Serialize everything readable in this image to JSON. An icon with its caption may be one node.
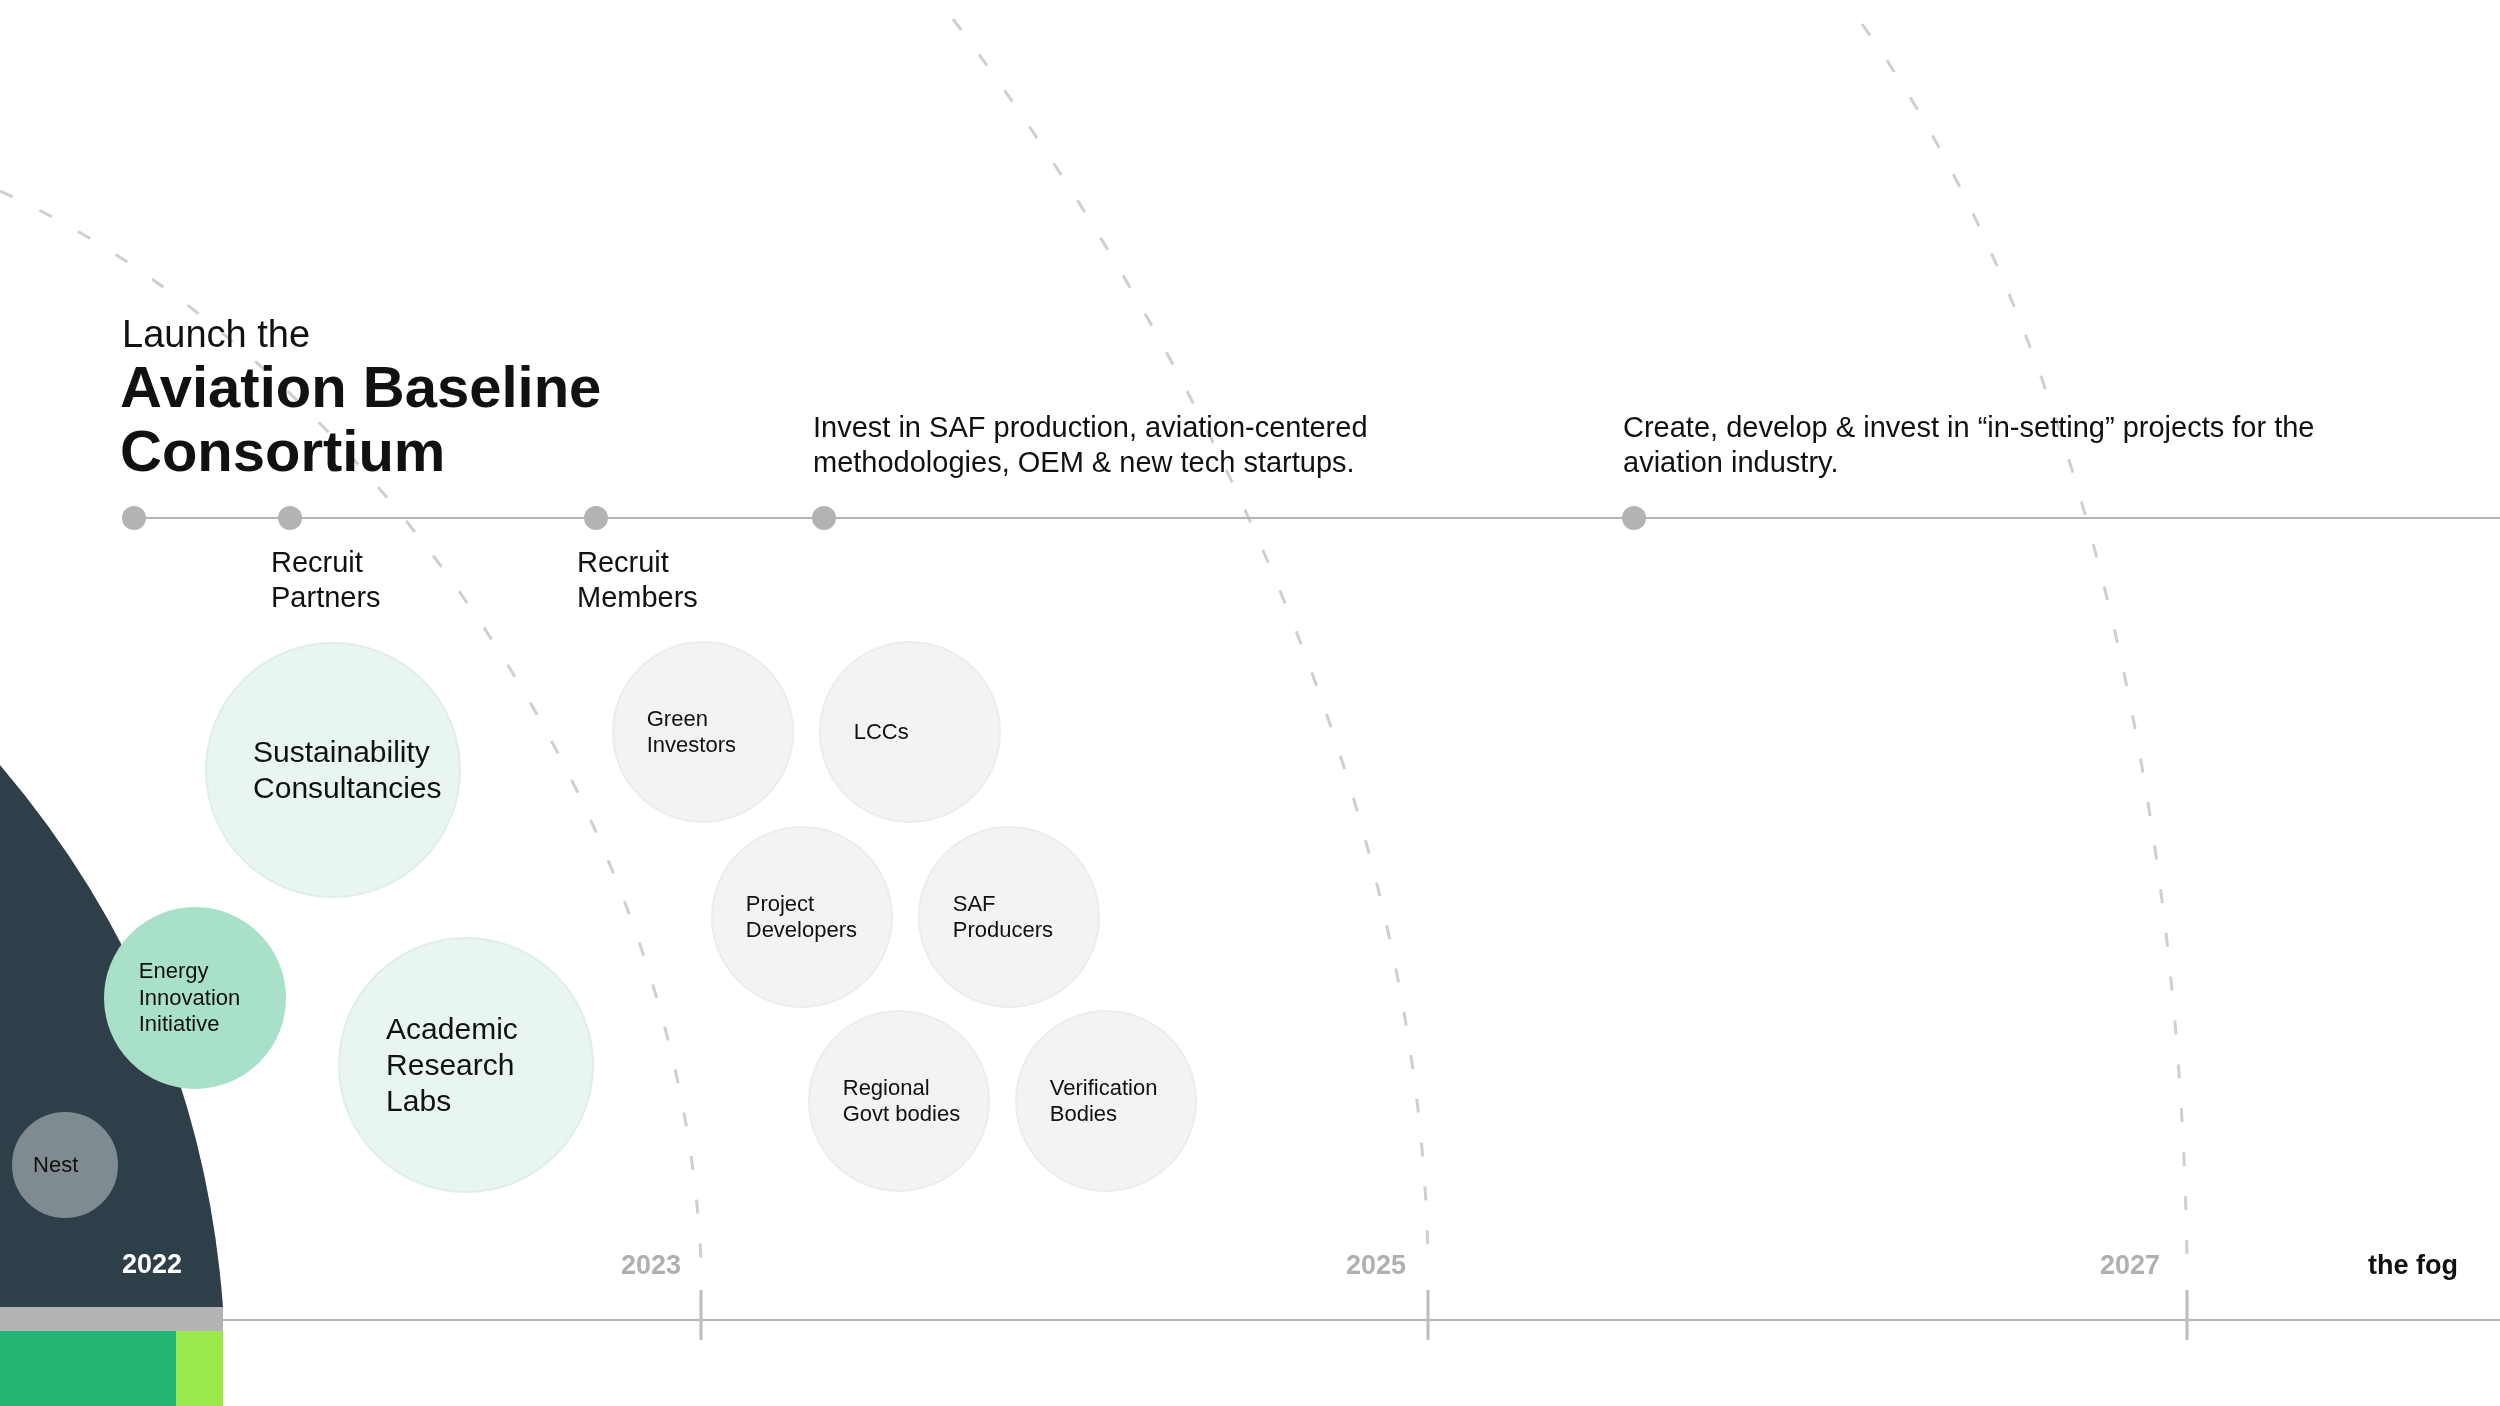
{
  "diagram": {
    "title": "Aviation Baseline Consortium",
    "nodes": [
      {
        "text": [
          "2022"
        ]
      },
      {
        "text": [
          "Sustainability Consultancies"
        ]
      },
      {
        "text": [
          "Energy Innovation Initiative"
        ]
      },
      {
        "text": [
          "Academic Research Labs"
        ]
      },
      {
        "text": [
          "Nest"
        ],
        "in": 0
      },
      {
        "text": [
          "Green Investors"
        ]
      },
      {
        "text": [
          "LCCs"
        ]
      },
      {
        "text": [
          "Project Developers"
        ]
      },
      {
        "text": [
          "SAF Producers"
        ]
      },
      {
        "text": [
          "Regional Govt bodies"
        ]
      },
      {
        "text": [
          "Verification Bodies"
        ]
      }
    ],
    "labels": [
      "Launch the",
      "Invest in SAF production, aviation-centered methodologies, OEM & new tech startups.",
      "Create, develop & invest in “in-setting” projects for the aviation industry.",
      "Recruit Partners",
      "Recruit Members",
      "2023",
      "2025",
      "2027",
      "the fog"
    ]
  }
}
